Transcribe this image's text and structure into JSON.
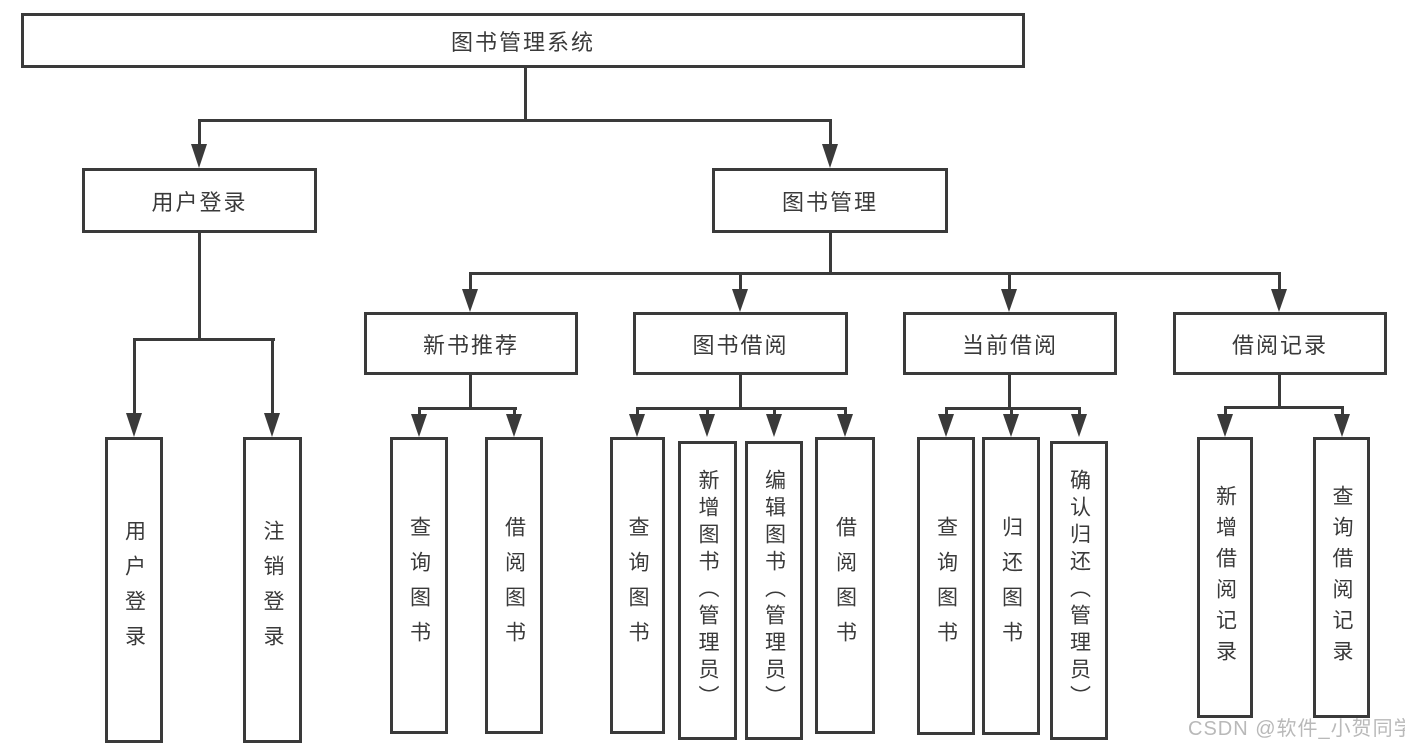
{
  "tree": {
    "root": {
      "label": "图书管理系统",
      "children": [
        {
          "label": "用户登录",
          "children": [
            {
              "label": "用户登录"
            },
            {
              "label": "注销登录"
            }
          ]
        },
        {
          "label": "图书管理",
          "children": [
            {
              "label": "新书推荐",
              "children": [
                {
                  "label": "查询图书"
                },
                {
                  "label": "借阅图书"
                }
              ]
            },
            {
              "label": "图书借阅",
              "children": [
                {
                  "label": "查询图书"
                },
                {
                  "label": "新增图书（管理员）"
                },
                {
                  "label": "编辑图书（管理员）"
                },
                {
                  "label": "借阅图书"
                }
              ]
            },
            {
              "label": "当前借阅",
              "children": [
                {
                  "label": "查询图书"
                },
                {
                  "label": "归还图书"
                },
                {
                  "label": "确认归还（管理员）"
                }
              ]
            },
            {
              "label": "借阅记录",
              "children": [
                {
                  "label": "新增借阅记录"
                },
                {
                  "label": "查询借阅记录"
                }
              ]
            }
          ]
        }
      ]
    }
  },
  "watermark": {
    "text": "CSDN @软件_小贺同学"
  },
  "colors": {
    "line": "#3a3a3a",
    "text": "#3a3a3a",
    "box_background": "#ffffff",
    "watermark": "#b9b9b9"
  }
}
